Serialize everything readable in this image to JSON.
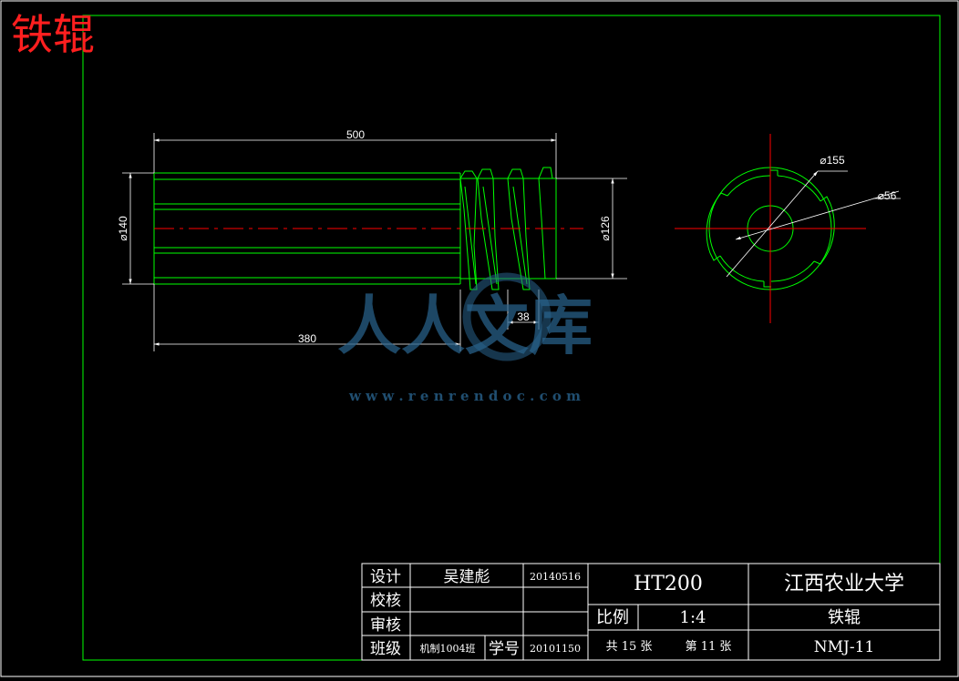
{
  "page_title": "铁辊",
  "colors": {
    "background": "#000000",
    "outline": "#00ff00",
    "centerline": "#ff0000",
    "dimension": "#ffffff",
    "frame": "#ffffff",
    "title": "#ff1f1f"
  },
  "dimensions": {
    "length_total": "500",
    "length_shaft": "380",
    "diameter_shaft": "⌀140",
    "diameter_thread": "⌀126",
    "pitch": "38",
    "diameter_outer": "⌀155",
    "diameter_bore": "⌀56"
  },
  "title_block": {
    "designer_label": "设计",
    "designer_name": "吴建彪",
    "design_date": "20140516",
    "checker_label": "校核",
    "reviewer_label": "审核",
    "class_label": "班级",
    "class_value": "机制1004班",
    "student_id_label": "学号",
    "student_id": "20101150",
    "material": "HT200",
    "school": "江西农业大学",
    "scale_label": "比例",
    "scale_value": "1:4",
    "part_name": "铁辊",
    "sheet_count": "共 15 张",
    "sheet_number": "第 11 张",
    "drawing_code": "NMJ-11"
  },
  "watermark": {
    "text": "人人文库",
    "url": "w w w . r e n r e n d o c . c o m"
  }
}
